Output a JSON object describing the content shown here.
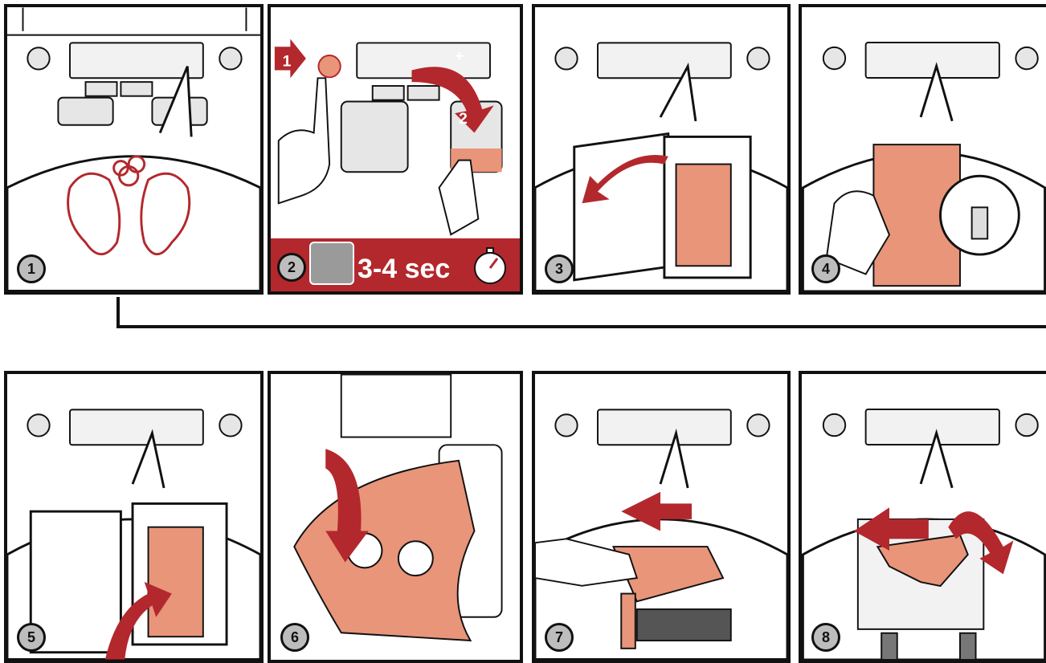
{
  "panels": [
    {
      "step": "1"
    },
    {
      "step": "2",
      "banner_text": "3-4 sec",
      "press_order": [
        "1",
        "2"
      ],
      "plus_symbol": "+"
    },
    {
      "step": "3"
    },
    {
      "step": "4"
    },
    {
      "step": "5"
    },
    {
      "step": "6"
    },
    {
      "step": "7"
    },
    {
      "step": "8"
    }
  ],
  "colors": {
    "accent_red": "#b3282d",
    "part_orange": "#e8957a",
    "outline": "#111111",
    "badge_gray": "#bdbdbd"
  }
}
